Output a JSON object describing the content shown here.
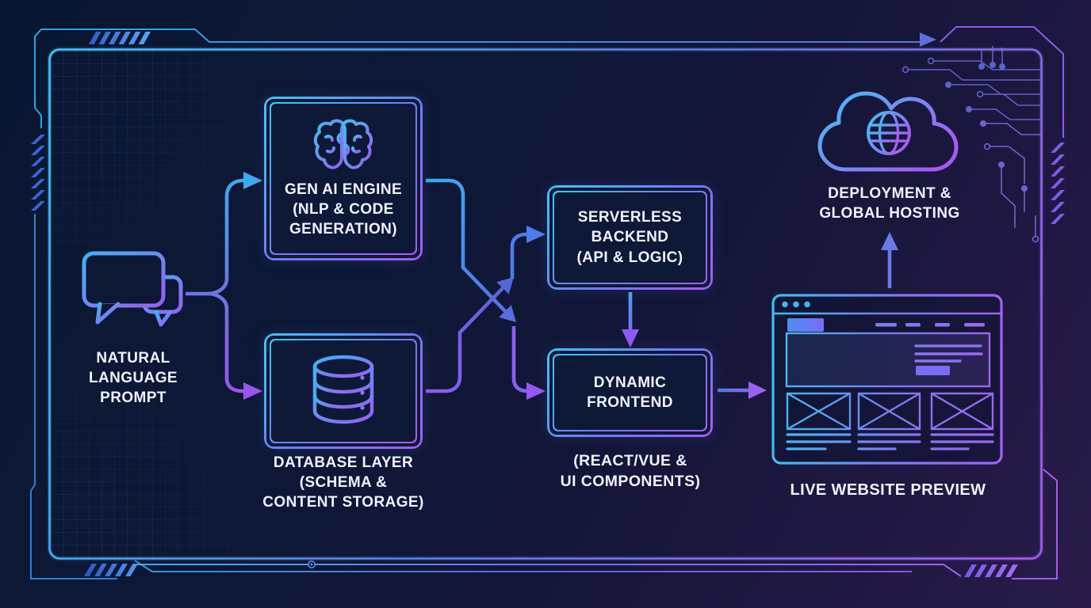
{
  "diagram": {
    "description": "AI website generation pipeline flowchart",
    "nodes": {
      "prompt": {
        "label": "NATURAL\nLANGUAGE\nPROMPT",
        "icon": "chat-bubbles-icon"
      },
      "gen_ai": {
        "label": "GEN AI ENGINE\n(NLP & CODE\nGENERATION)",
        "icon": "brain-icon"
      },
      "database": {
        "label": "DATABASE LAYER\n(SCHEMA &\nCONTENT STORAGE)",
        "icon": "database-icon"
      },
      "backend": {
        "label": "SERVERLESS\nBACKEND\n(API & LOGIC)"
      },
      "frontend": {
        "label": "DYNAMIC\nFRONTEND",
        "sublabel": "(REACT/VUE &\nUI COMPONENTS)"
      },
      "preview": {
        "label": "LIVE WEBSITE PREVIEW",
        "icon": "browser-window-icon"
      },
      "deployment": {
        "label": "DEPLOYMENT &\nGLOBAL HOSTING",
        "icon": "cloud-globe-icon"
      }
    },
    "edges": [
      {
        "from": "prompt",
        "to": "gen_ai"
      },
      {
        "from": "prompt",
        "to": "database"
      },
      {
        "from": "gen_ai",
        "to": "frontend"
      },
      {
        "from": "database",
        "to": "backend"
      },
      {
        "from": "backend",
        "to": "frontend"
      },
      {
        "from": "frontend",
        "to": "preview"
      },
      {
        "from": "preview",
        "to": "deployment"
      }
    ],
    "colors": {
      "background_top_left": "#0a1732",
      "background_bottom_right": "#2a1c4a",
      "accent_cyan": "#3ec8f5",
      "accent_blue": "#5b7fe8",
      "accent_purple": "#a55cf2",
      "text": "#eef2fb"
    }
  }
}
